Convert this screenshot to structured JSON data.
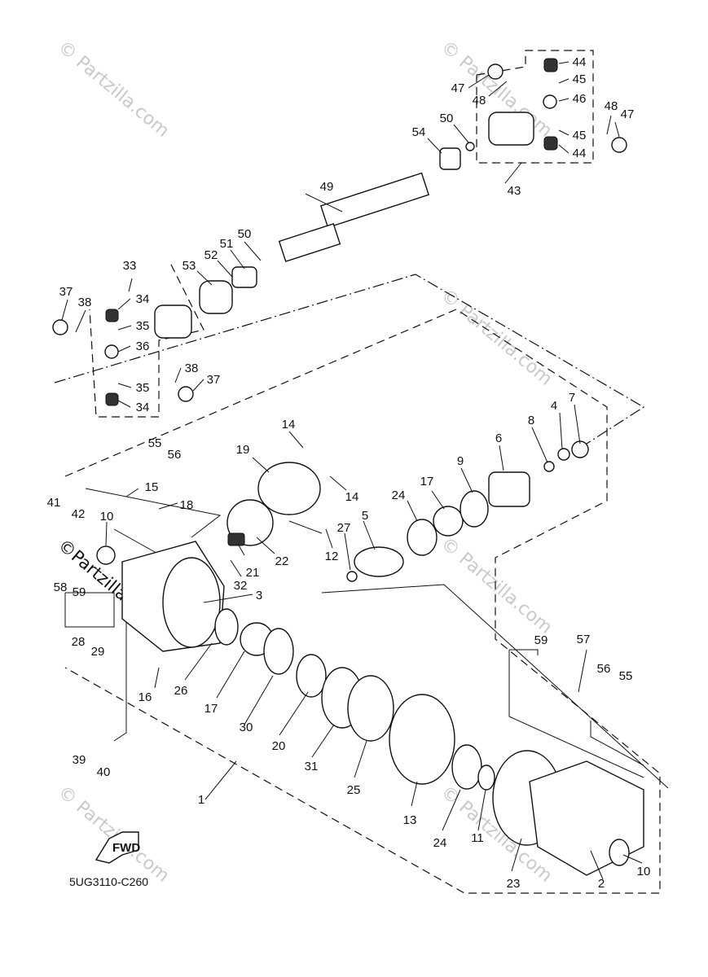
{
  "diagram_code": "5UG3110-C260",
  "fwd_label": "FWD",
  "watermark_logo": "©Partzilla.com",
  "watermark_text": "© Partzilla.com",
  "callouts": [
    "1",
    "2",
    "3",
    "4",
    "5",
    "6",
    "7",
    "8",
    "9",
    "10",
    "10",
    "11",
    "12",
    "13",
    "14",
    "14",
    "15",
    "16",
    "17",
    "17",
    "18",
    "19",
    "20",
    "21",
    "22",
    "23",
    "24",
    "24",
    "25",
    "26",
    "27",
    "28",
    "29",
    "30",
    "31",
    "32",
    "33",
    "34",
    "34",
    "35",
    "35",
    "36",
    "37",
    "37",
    "38",
    "38",
    "39",
    "40",
    "41",
    "42",
    "43",
    "44",
    "44",
    "45",
    "45",
    "46",
    "47",
    "47",
    "48",
    "48",
    "49",
    "50",
    "50",
    "51",
    "52",
    "53",
    "54",
    "55",
    "55",
    "56",
    "56",
    "57",
    "58",
    "59",
    "59"
  ]
}
